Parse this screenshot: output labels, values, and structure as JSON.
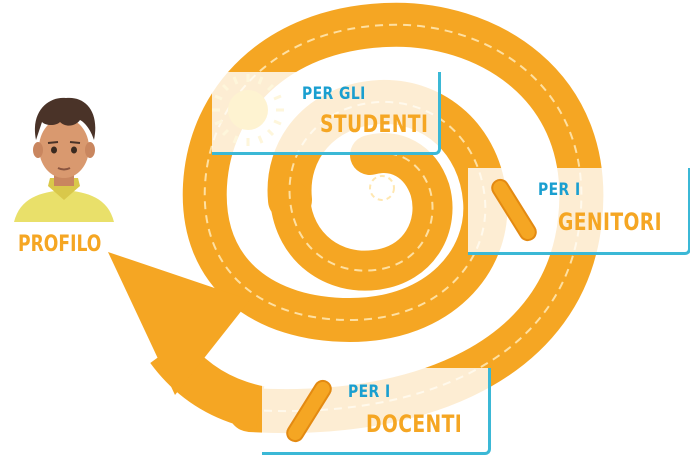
{
  "profile": {
    "label": "PROFILO"
  },
  "cards": {
    "students": {
      "line1": "PER GLI",
      "line2": "STUDENTI"
    },
    "parents": {
      "line1": "PER I",
      "line2": "GENITORI"
    },
    "teachers": {
      "line1": "PER I",
      "line2": "DOCENTI"
    }
  },
  "colors": {
    "swirl": "#f5a623",
    "swirl_dashes": "#ffe7b0",
    "accent_text": "#1a9fd0",
    "card_border": "#3bb8d6",
    "sun": "#f7c21a"
  },
  "icons": {
    "avatar": "boy-avatar-icon",
    "sun": "sun-icon",
    "pill1": "capsule-icon",
    "pill2": "capsule-icon"
  }
}
